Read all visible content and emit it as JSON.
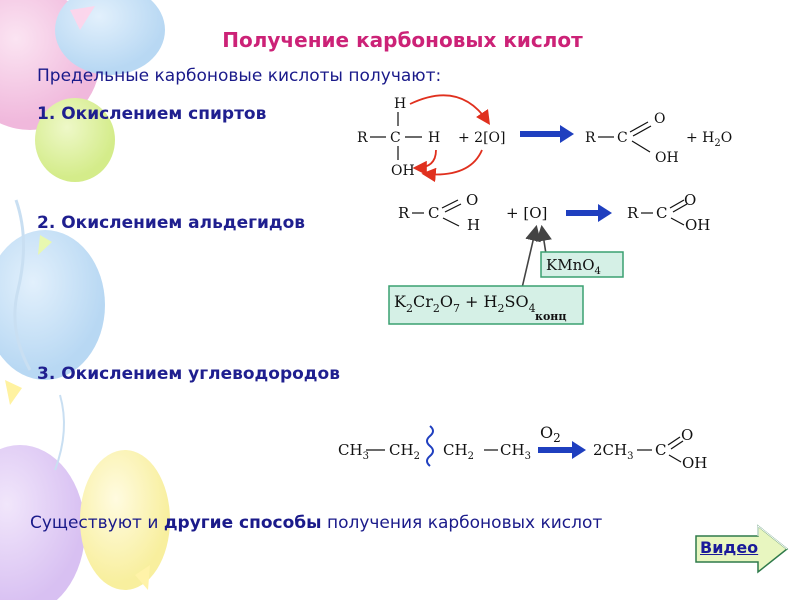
{
  "title": "Получение карбоновых кислот",
  "subtitle": "Предельные карбоновые кислоты получают:",
  "methods": [
    "1. Окислением спиртов",
    "2. Окислением альдегидов",
    "3. Окислением углеводородов"
  ],
  "footer": {
    "prefix": "Существуют и ",
    "emphasis": "другие способы",
    "suffix": " получения карбоновых кислот"
  },
  "video_button": "Видео",
  "reactions": {
    "alcohol": {
      "reagent": "+ 2[O]",
      "product_water": "+ H",
      "water_sub": "2",
      "water_end": "O"
    },
    "aldehyde": {
      "reagent": "+ [O]",
      "oxidant_1": "KMnO",
      "oxidant_1_sub": "4",
      "oxidant_2_note": "конц"
    },
    "hydrocarbon": {
      "over_arrow": "O",
      "over_arrow_sub": "2"
    }
  },
  "colors": {
    "title": "#cc2277",
    "text": "#1a1a8a",
    "arrow": "#1f3fbf",
    "red_arrow": "#e0301e",
    "box_fill": "#d5f0e6",
    "box_border": "#3aa070"
  }
}
